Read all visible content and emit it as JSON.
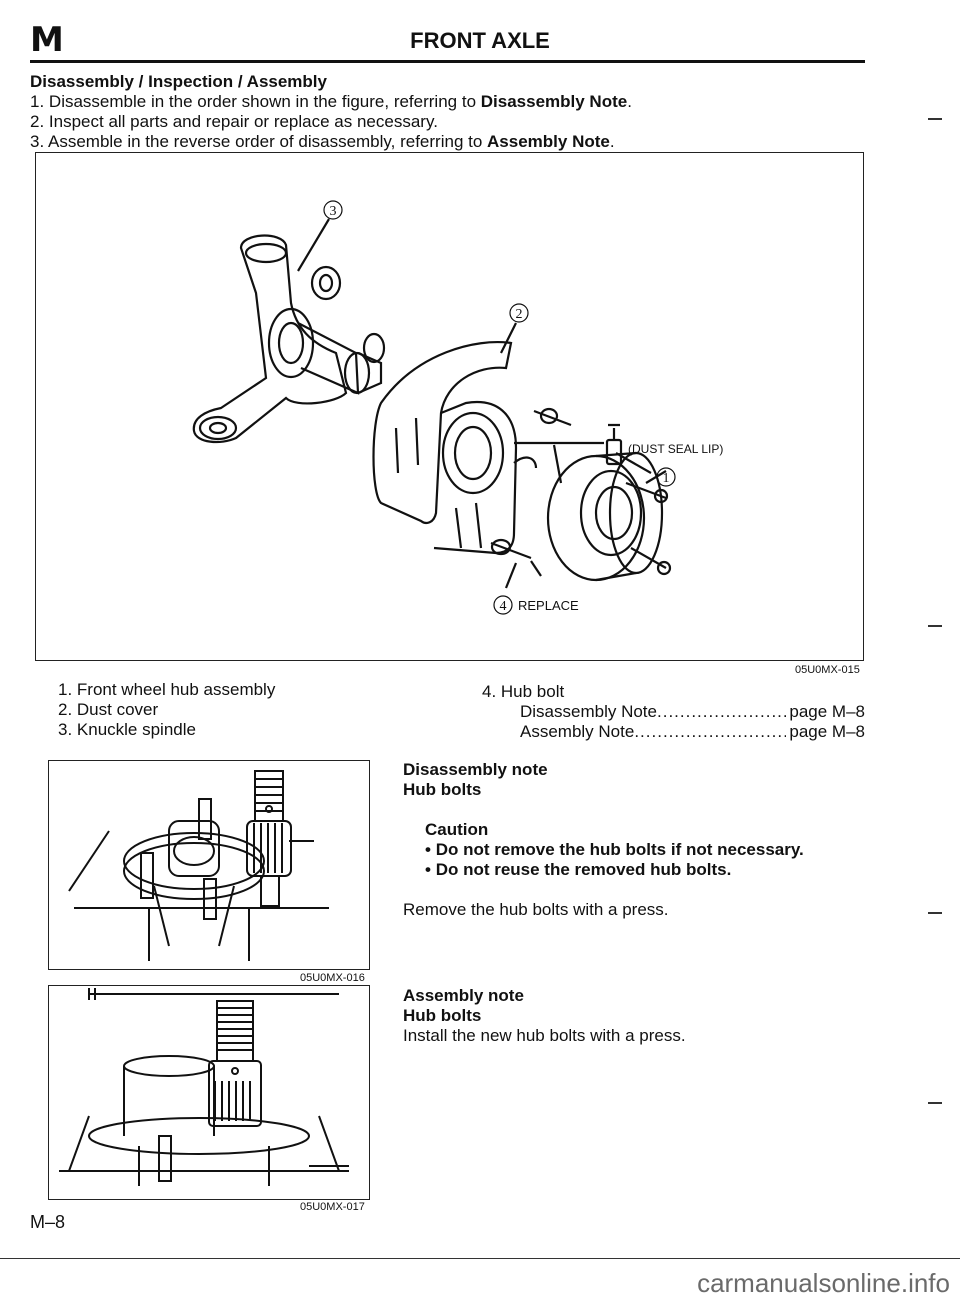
{
  "header": {
    "section_letter": "M",
    "title": "FRONT AXLE"
  },
  "intro": {
    "heading": "Disassembly / Inspection / Assembly",
    "steps": [
      {
        "num": "1.",
        "text": "Disassemble in the order shown in the figure, referring to ",
        "bold": "Disassembly Note",
        "end": "."
      },
      {
        "num": "2.",
        "text": "Inspect all parts and repair or replace as necessary.",
        "bold": "",
        "end": ""
      },
      {
        "num": "3.",
        "text": "Assemble in the reverse order of disassembly, referring to ",
        "bold": "Assembly Note",
        "end": "."
      }
    ]
  },
  "main_figure": {
    "code": "05U0MX-015",
    "callouts": {
      "c1": "1",
      "c2": "2",
      "c3": "3",
      "c4": "4"
    },
    "grease_label": "(DUST SEAL LIP)",
    "replace_label": "REPLACE"
  },
  "parts_list": {
    "items": [
      "1. Front wheel hub assembly",
      "2. Dust cover",
      "3. Knuckle spindle"
    ],
    "hub_bolt": {
      "title": "4. Hub bolt",
      "refs": [
        {
          "label": "Disassembly Note",
          "page": "page M–8"
        },
        {
          "label": "Assembly Note",
          "page": "page M–8"
        }
      ]
    }
  },
  "disassembly_note": {
    "heading": "Disassembly note",
    "subheading": "Hub bolts",
    "caution_title": "Caution",
    "caution_items": [
      "Do not remove the hub bolts if not necessary.",
      "Do not reuse the removed hub bolts."
    ],
    "body": "Remove the hub bolts with a press."
  },
  "assembly_note": {
    "heading": "Assembly note",
    "subheading": "Hub bolts",
    "body": "Install the new hub bolts with a press."
  },
  "figure_2": {
    "code": "05U0MX-016"
  },
  "figure_3": {
    "code": "05U0MX-017"
  },
  "footer": {
    "page_number": "M–8",
    "watermark": "carmanualsonline.info"
  }
}
